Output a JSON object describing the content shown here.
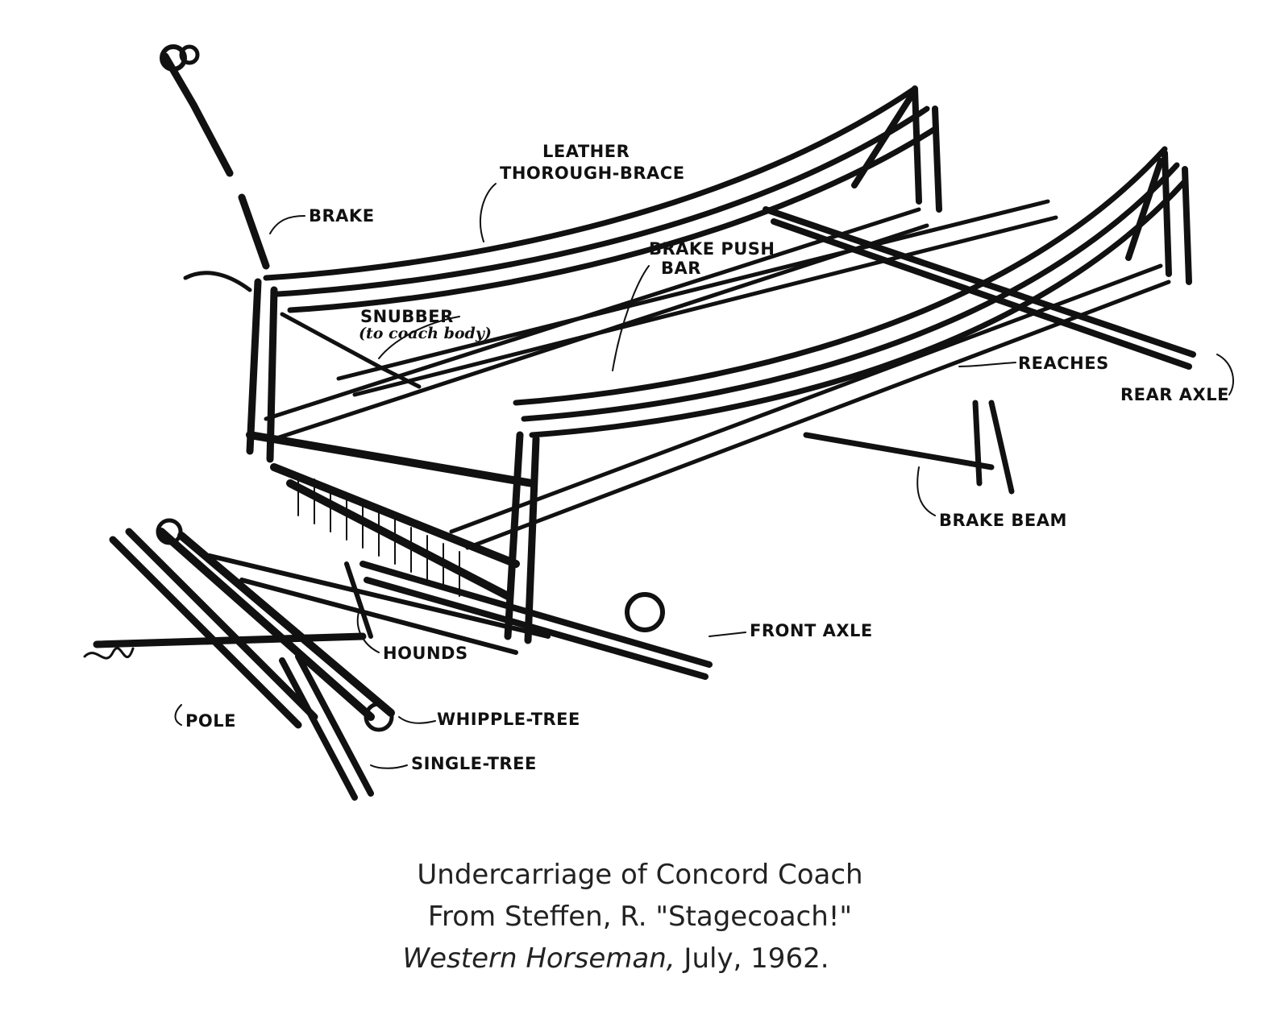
{
  "labels": {
    "brake": "BRAKE",
    "leather_1": "LEATHER",
    "leather_2": "THOROUGH-BRACE",
    "push_1": "BRAKE PUSH",
    "push_2": "BAR",
    "snubber_1": "SNUBBER",
    "snubber_2": "(to coach body)",
    "reaches": "REACHES",
    "rear_axle": "REAR AXLE",
    "brake_beam": "BRAKE BEAM",
    "front_axle": "FRONT AXLE",
    "hounds": "HOUNDS",
    "pole": "POLE",
    "whipple": "WHIPPLE-TREE",
    "single": "SINGLE-TREE"
  },
  "caption": {
    "line1": "Undercarriage of Concord Coach",
    "line2": "From Steffen, R. \"Stagecoach!\"",
    "line3_italic": "Western Horseman,",
    "line3_rest": " July, 1962."
  }
}
